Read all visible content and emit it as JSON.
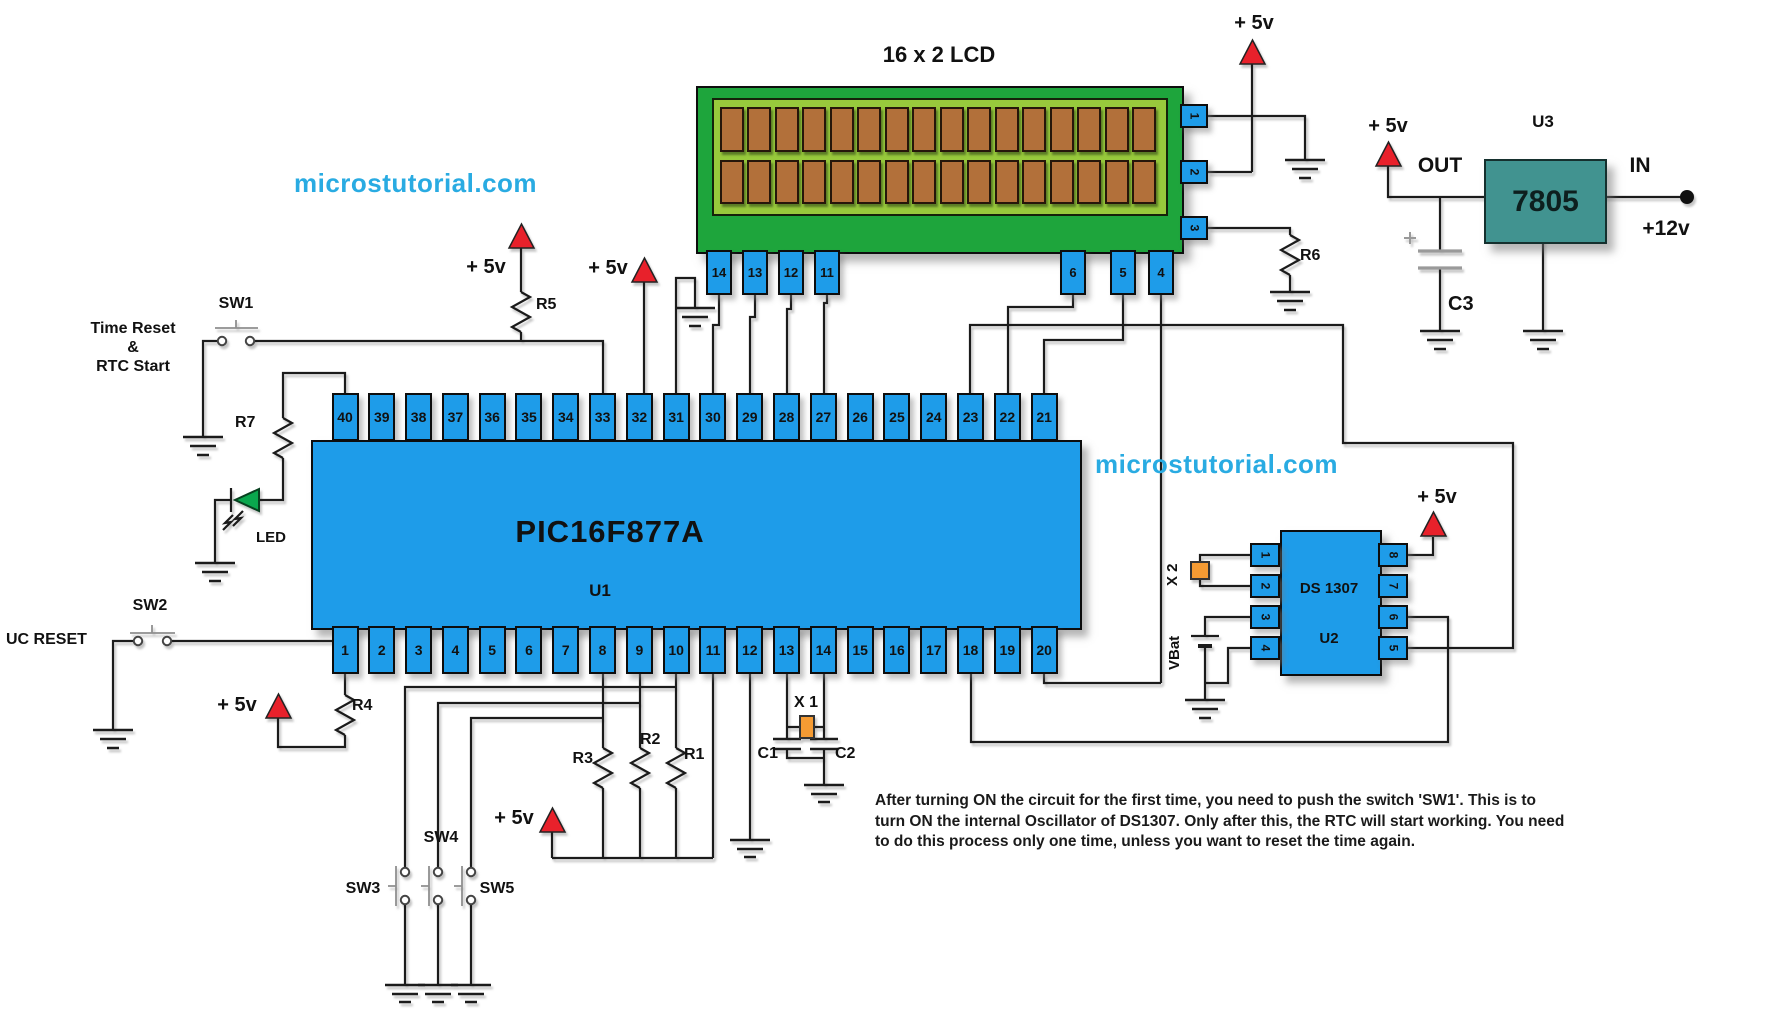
{
  "watermark": {
    "text": "microstutorial.com",
    "color": "#29ABE2"
  },
  "title": "16 x 2 LCD",
  "power_label": "+ 5v",
  "supply_12v": "+12v",
  "lcd": {
    "cols": 16,
    "rows": 2,
    "pins_bottom_left": [
      "14",
      "13",
      "12",
      "11"
    ],
    "pins_bottom_right": [
      "6",
      "5",
      "4"
    ],
    "pins_right": [
      "1",
      "2",
      "3"
    ]
  },
  "pic": {
    "name": "PIC16F877A",
    "ref": "U1",
    "top_pins": [
      "40",
      "39",
      "38",
      "37",
      "36",
      "35",
      "34",
      "33",
      "32",
      "31",
      "30",
      "29",
      "28",
      "27",
      "26",
      "25",
      "24",
      "23",
      "22",
      "21"
    ],
    "bottom_pins": [
      "1",
      "2",
      "3",
      "4",
      "5",
      "6",
      "7",
      "8",
      "9",
      "10",
      "11",
      "12",
      "13",
      "14",
      "15",
      "16",
      "17",
      "18",
      "19",
      "20"
    ]
  },
  "rtc": {
    "name": "DS 1307",
    "ref": "U2",
    "left_pins": [
      "1",
      "2",
      "3",
      "4"
    ],
    "right_pins": [
      "8",
      "7",
      "6",
      "5"
    ],
    "crystal": "X 2",
    "battery": "VBat"
  },
  "regulator": {
    "ref": "U3",
    "value": "7805",
    "out": "OUT",
    "in": "IN",
    "cap": "C3"
  },
  "resistors": {
    "r1": "R1",
    "r2": "R2",
    "r3": "R3",
    "r4": "R4",
    "r5": "R5",
    "r6": "R6",
    "r7": "R7"
  },
  "capacitors": {
    "c1": "C1",
    "c2": "C2"
  },
  "crystal_main": "X 1",
  "led": "LED",
  "switches": {
    "sw1": "SW1",
    "sw2": "SW2",
    "sw3": "SW3",
    "sw4": "SW4",
    "sw5": "SW5",
    "sw1_caption": "Time Reset\n&\nRTC Start",
    "sw2_caption": "UC RESET"
  },
  "note": "After turning ON the circuit for the first time, you need to push the switch 'SW1'. This is to\nturn ON the internal Oscillator of DS1307. Only after this, the RTC will start working. You need\nto do this process only one time, unless you want to reset the time again."
}
